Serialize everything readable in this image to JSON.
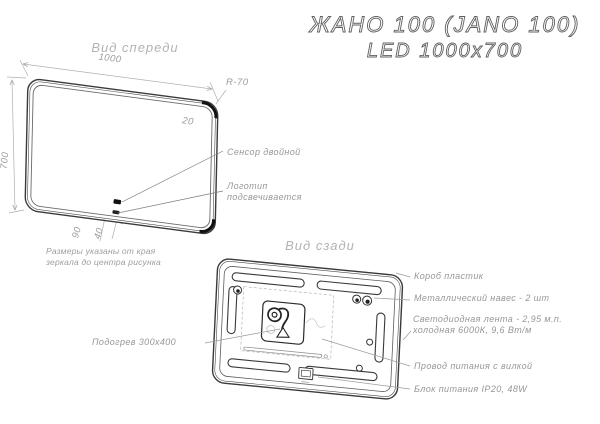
{
  "title": {
    "line1": "ЖАНО 100 (JANO 100)",
    "line2": "LED 1000x700"
  },
  "front_view": {
    "heading": "Вид спереди",
    "dimensions": {
      "width": "1000",
      "height": "700",
      "corner_radius": "R-70",
      "led_inset": "20",
      "sensor_offset": "90",
      "logo_offset": "40"
    },
    "labels": {
      "sensor": "Сенсор двойной",
      "logo_line1": "Логотип",
      "logo_line2": "подсвечивается"
    },
    "note_line1": "Размеры указаны от края",
    "note_line2": "зеркала до центра рисунка"
  },
  "back_view": {
    "heading": "Вид сзади",
    "labels": {
      "box": "Короб пластик",
      "hanger": "Металлический навес - 2 шт",
      "led_line1": "Светодиодная лента - 2,95 м.п.",
      "led_line2": "холодная 6000К, 9,6 Вт/м",
      "cord": "Провод питания с вилкой",
      "psu": "Блок питания IP20, 48W",
      "heating": "Подогрев 300x400"
    }
  }
}
